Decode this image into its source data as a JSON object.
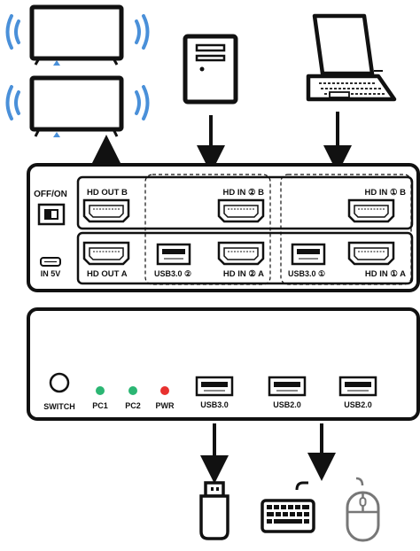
{
  "rear_panel": {
    "switch_label": "OFF/ON",
    "power_label": "IN 5V",
    "hd_out_b": "HD OUT B",
    "hd_out_a": "HD OUT A",
    "hd_in_2_b": "HD IN ② B",
    "hd_in_2_a": "HD IN ② A",
    "usb3_2": "USB3.0 ②",
    "hd_in_1_b": "HD IN ① B",
    "hd_in_1_a": "HD IN ① A",
    "usb3_1": "USB3.0 ①"
  },
  "front_panel": {
    "switch_label": "SWITCH",
    "pc1_label": "PC1",
    "pc2_label": "PC2",
    "pwr_label": "PWR",
    "usb3_label": "USB3.0",
    "usb2_a_label": "USB2.0",
    "usb2_b_label": "USB2.0"
  },
  "colors": {
    "pc1_led": "#2bb673",
    "pc2_led": "#2bb673",
    "pwr_led": "#e8312f",
    "wifi_waves": "#4a90d9",
    "monitor_marker": "#4a90d9"
  },
  "icons": [
    "monitor-icon",
    "desktop-pc-icon",
    "laptop-icon",
    "usb-drive-icon",
    "keyboard-icon",
    "mouse-icon"
  ]
}
